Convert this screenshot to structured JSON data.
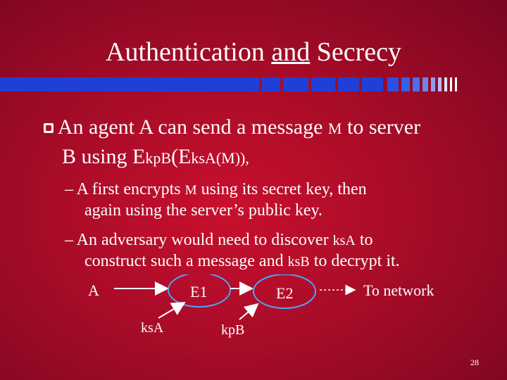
{
  "title": {
    "pre": "Authentication ",
    "underlined": "and",
    "post": " Secrecy"
  },
  "bullet": {
    "line1_a": "An agent A can send a message ",
    "line1_m": "M",
    "line1_b": " to server",
    "line2_a": "B using E",
    "line2_kpb": "kpB",
    "line2_b": "(E",
    "line2_ksa": "ksA",
    "line2_c": "(M)),"
  },
  "subpoints": {
    "s1_l1_a": "– A first encrypts ",
    "s1_l1_m": "M",
    "s1_l1_b": " using its secret key, then",
    "s1_l2": "again using the server’s public key.",
    "s2_l1_a": "– An adversary would need to discover ",
    "s2_l1_ks": "ksA",
    "s2_l1_b": " to",
    "s2_l2_a": "construct such a message and ",
    "s2_l2_ks": "ksB",
    "s2_l2_b": " to decrypt it."
  },
  "diagram": {
    "a_label": "A",
    "e1": "E1",
    "e2": "E2",
    "network": "To network",
    "ksa": "ksA",
    "kpb": "kpB"
  },
  "page_number": "28",
  "colors": {
    "accent_blue": "#1f3fd6",
    "oval_outline": "#4da6ff"
  }
}
